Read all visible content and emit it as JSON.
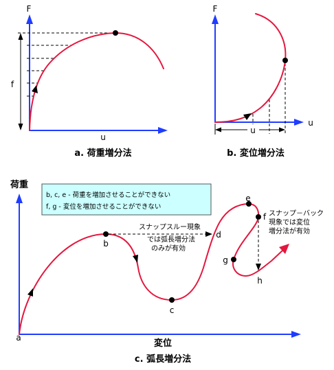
{
  "colors": {
    "axis": "#1f3cff",
    "curve": "#e4173e",
    "marker": "#000000",
    "legend_bg": "#ccffff"
  },
  "panel_a": {
    "y_label": "F",
    "x_label": "u",
    "dimension_label": "f",
    "caption": "a. 荷重増分法"
  },
  "panel_b": {
    "y_label": "F",
    "x_label": "u",
    "dimension_label": "u",
    "caption": "b. 変位増分法"
  },
  "panel_c": {
    "y_label": "荷重",
    "x_label": "変位",
    "caption": "c. 弧長増分法",
    "points": {
      "a": "a",
      "b": "b",
      "c": "c",
      "d": "d",
      "e": "e",
      "f": "f",
      "g": "g",
      "h": "h"
    },
    "legend": [
      "b, c, e - 荷重を増加させることができない",
      "f, g - 変位を増加させることができない"
    ],
    "snap_through_note": [
      "スナップスルー現象",
      "では弧長増分法",
      "のみが有効"
    ],
    "snap_back_note": [
      "スナップ－バック",
      "現象では変位",
      "増分法が有効"
    ]
  }
}
